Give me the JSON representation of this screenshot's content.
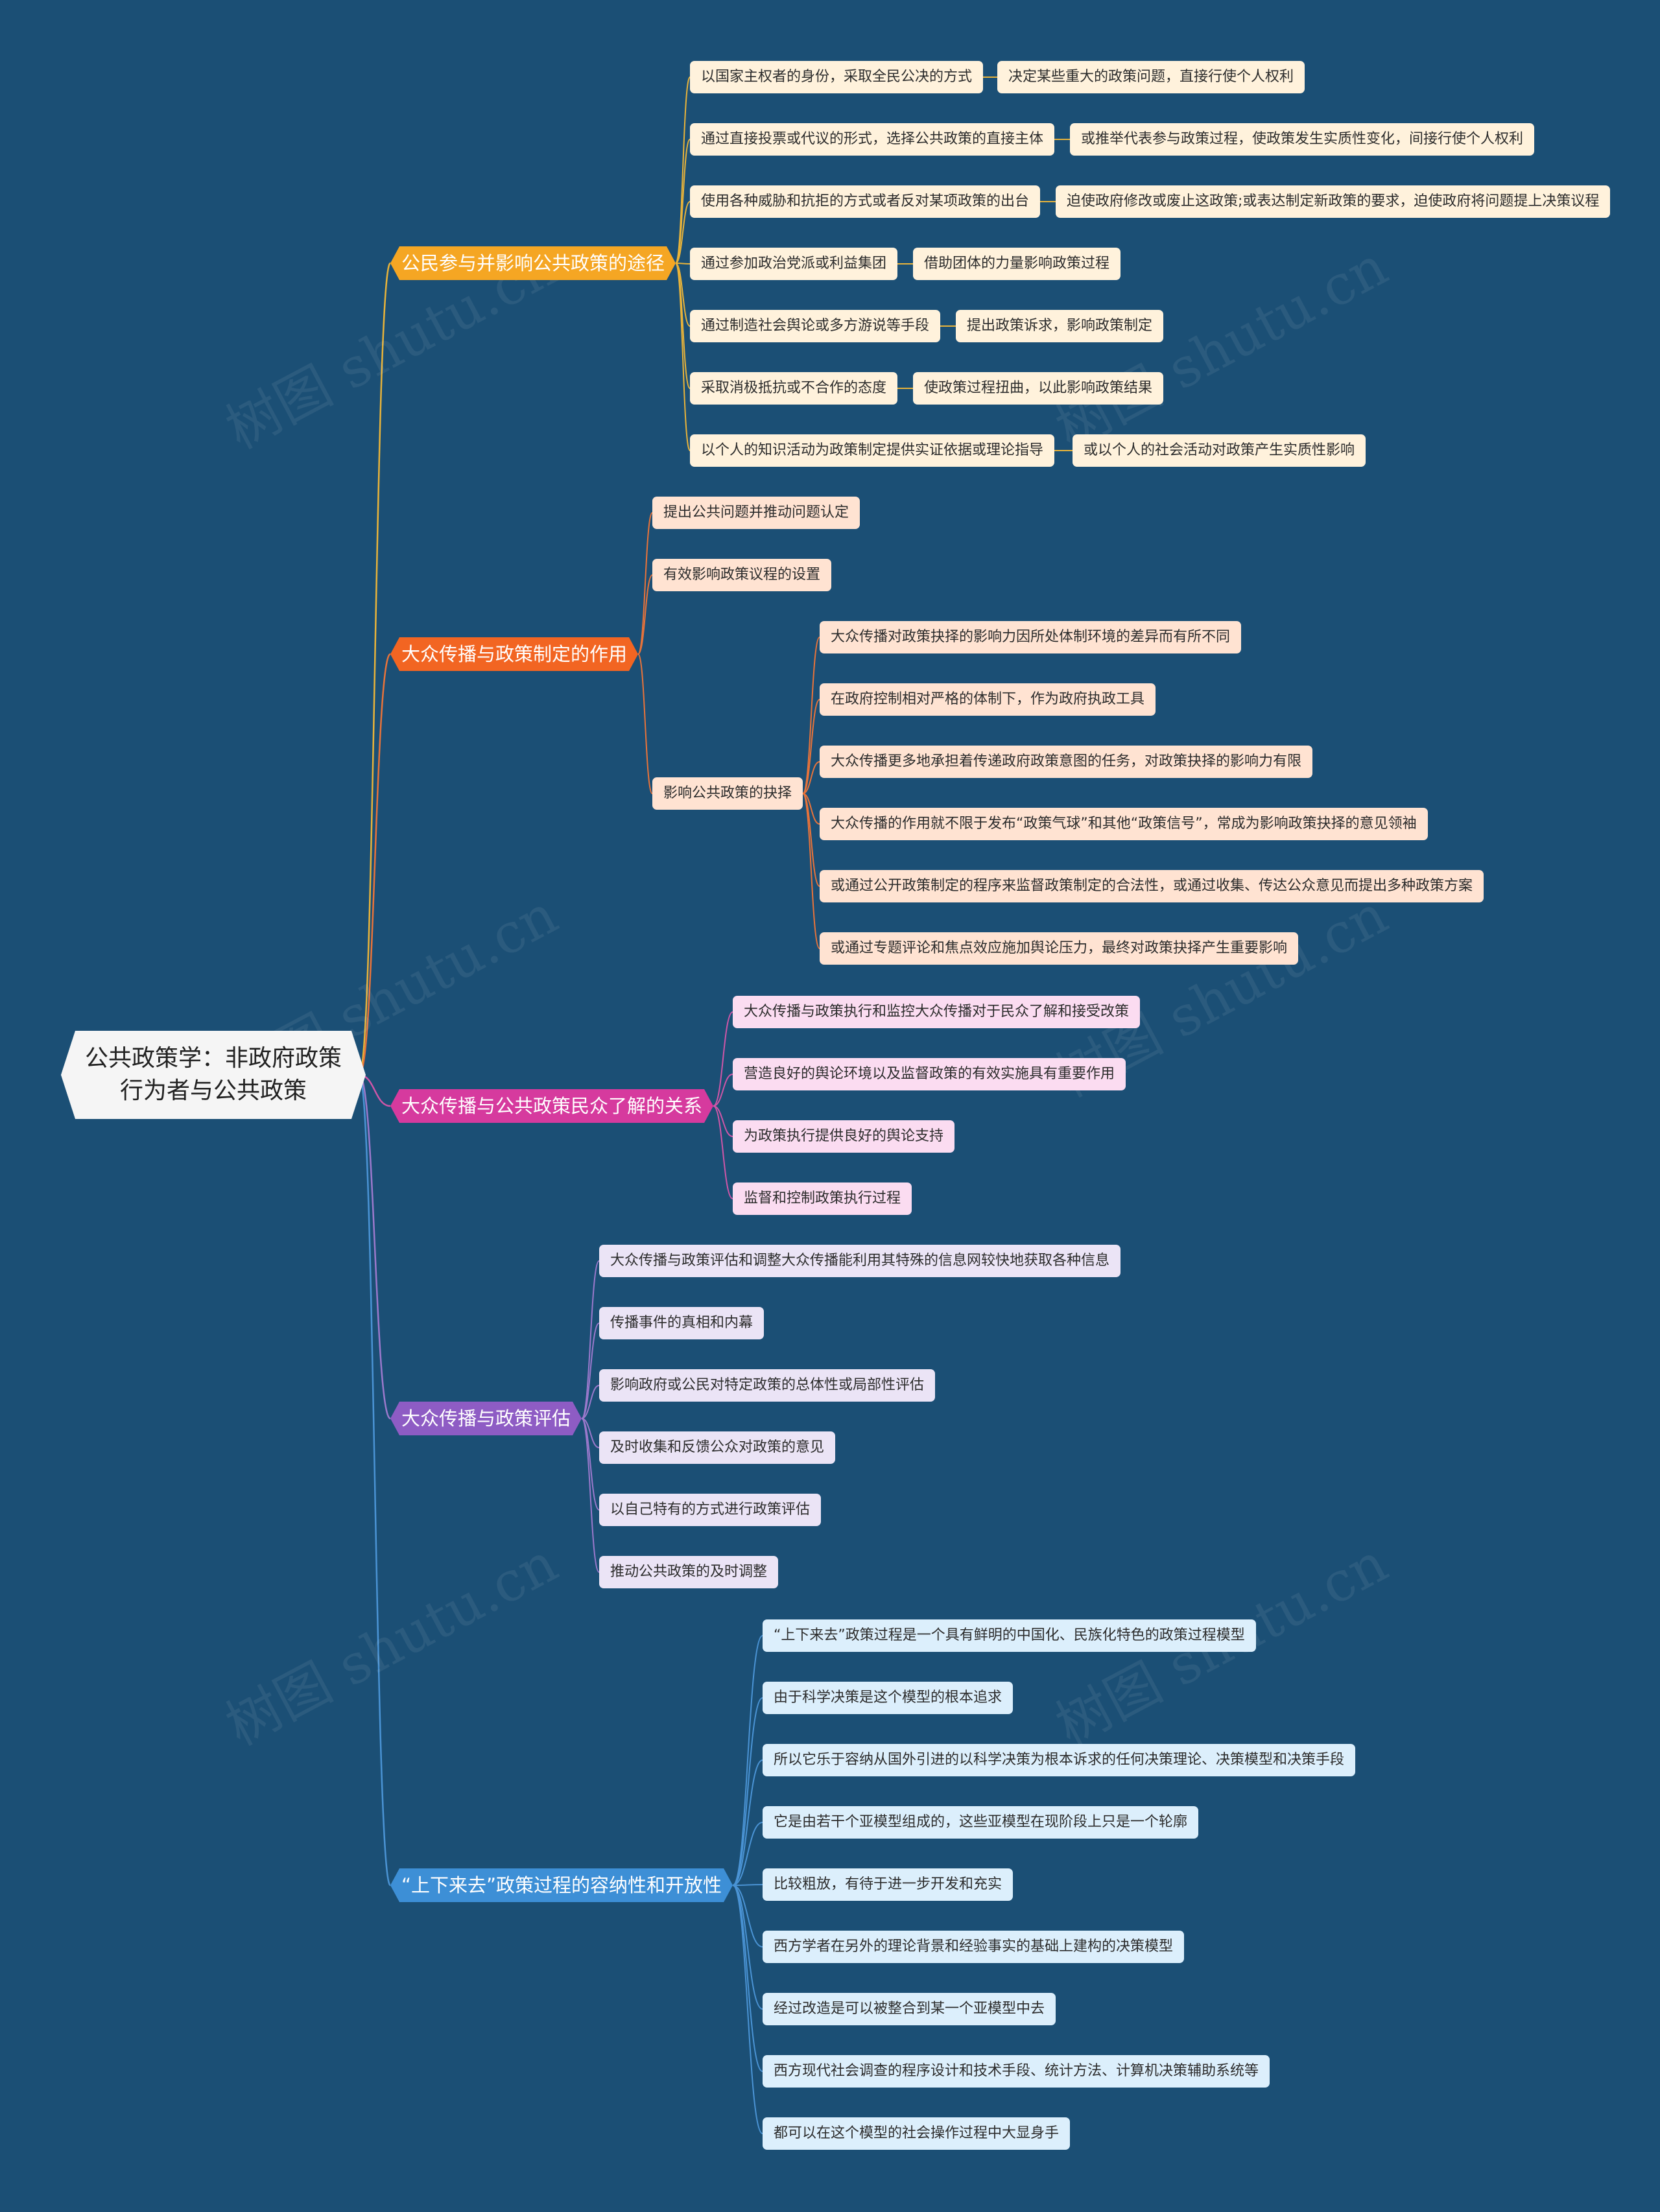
{
  "root": {
    "lines": [
      "公共政策学：非政府政策",
      "行为者与公共政策"
    ],
    "color": "#f5f5f5"
  },
  "watermark": "树图 shutu.cn",
  "branches": [
    {
      "label": "公民参与并影响公共政策的途径",
      "color": "#f5a623",
      "line_color": "#e8b33a",
      "leaf_class": "c-orange",
      "children": [
        {
          "label": "以国家主权者的身份，采取全民公决的方式",
          "next": "决定某些重大的政策问题，直接行使个人权利"
        },
        {
          "label": "通过直接投票或代议的形式，选择公共政策的直接主体",
          "next": "或推举代表参与政策过程，使政策发生实质性变化，间接行使个人权利"
        },
        {
          "label": "使用各种威胁和抗拒的方式或者反对某项政策的出台",
          "next": "迫使政府修改或废止这政策;或表达制定新政策的要求，迫使政府将问题提上决策议程"
        },
        {
          "label": "通过参加政治党派或利益集团",
          "next": "借助团体的力量影响政策过程"
        },
        {
          "label": "通过制造社会舆论或多方游说等手段",
          "next": "提出政策诉求，影响政策制定"
        },
        {
          "label": "采取消极抵抗或不合作的态度",
          "next": "使政策过程扭曲，以此影响政策结果"
        },
        {
          "label": "以个人的知识活动为政策制定提供实证依据或理论指导",
          "next": "或以个人的社会活动对政策产生实质性影响"
        }
      ]
    },
    {
      "label": "大众传播与政策制定的作用",
      "color": "#f26522",
      "line_color": "#e8733a",
      "leaf_class": "c-peach",
      "children": [
        {
          "label": "提出公共问题并推动问题认定"
        },
        {
          "label": "有效影响政策议程的设置"
        },
        {
          "label": "影响公共政策的抉择",
          "children": [
            "大众传播对政策抉择的影响力因所处体制环境的差异而有所不同",
            "在政府控制相对严格的体制下，作为政府执政工具",
            "大众传播更多地承担着传递政府政策意图的任务，对政策抉择的影响力有限",
            "大众传播的作用就不限于发布“政策气球”和其他“政策信号”，常成为影响政策抉择的意见领袖",
            "或通过公开政策制定的程序来监督政策制定的合法性，或通过收集、传达公众意见而提出多种政策方案",
            "或通过专题评论和焦点效应施加舆论压力，最终对政策抉择产生重要影响"
          ]
        }
      ]
    },
    {
      "label": "大众传播与公共政策民众了解的关系",
      "color": "#d63a9e",
      "line_color": "#cf56a8",
      "leaf_class": "c-pink",
      "children": [
        {
          "label": "大众传播与政策执行和监控大众传播对于民众了解和接受改策"
        },
        {
          "label": "营造良好的舆论环境以及监督政策的有效实施具有重要作用"
        },
        {
          "label": "为政策执行提供良好的舆论支持"
        },
        {
          "label": "监督和控制政策执行过程"
        }
      ]
    },
    {
      "label": "大众传播与政策评估",
      "color": "#8e5cc4",
      "line_color": "#9b79cc",
      "leaf_class": "c-lav",
      "children": [
        {
          "label": "大众传播与政策评估和调整大众传播能利用其特殊的信息网较快地获取各种信息"
        },
        {
          "label": "传播事件的真相和内幕"
        },
        {
          "label": "影响政府或公民对特定政策的总体性或局部性评估"
        },
        {
          "label": "及时收集和反馈公众对政策的意见"
        },
        {
          "label": "以自己特有的方式进行政策评估"
        },
        {
          "label": "推动公共政策的及时调整"
        }
      ]
    },
    {
      "label": "“上下来去”政策过程的容纳性和开放性",
      "color": "#3d8fd6",
      "line_color": "#4a93d4",
      "leaf_class": "c-blue",
      "children": [
        {
          "label": "“上下来去”政策过程是一个具有鲜明的中国化、民族化特色的政策过程模型"
        },
        {
          "label": "由于科学决策是这个模型的根本追求"
        },
        {
          "label": "所以它乐于容纳从国外引进的以科学决策为根本诉求的任何决策理论、决策模型和决策手段"
        },
        {
          "label": "它是由若干个亚模型组成的，这些亚模型在现阶段上只是一个轮廓"
        },
        {
          "label": "比较粗放，有待于进一步开发和充实"
        },
        {
          "label": "西方学者在另外的理论背景和经验事实的基础上建构的决策模型"
        },
        {
          "label": "经过改造是可以被整合到某一个亚模型中去"
        },
        {
          "label": "西方现代社会调查的程序设计和技术手段、统计方法、计算机决策辅助系统等"
        },
        {
          "label": "都可以在这个模型的社会操作过程中大显身手"
        }
      ]
    }
  ]
}
